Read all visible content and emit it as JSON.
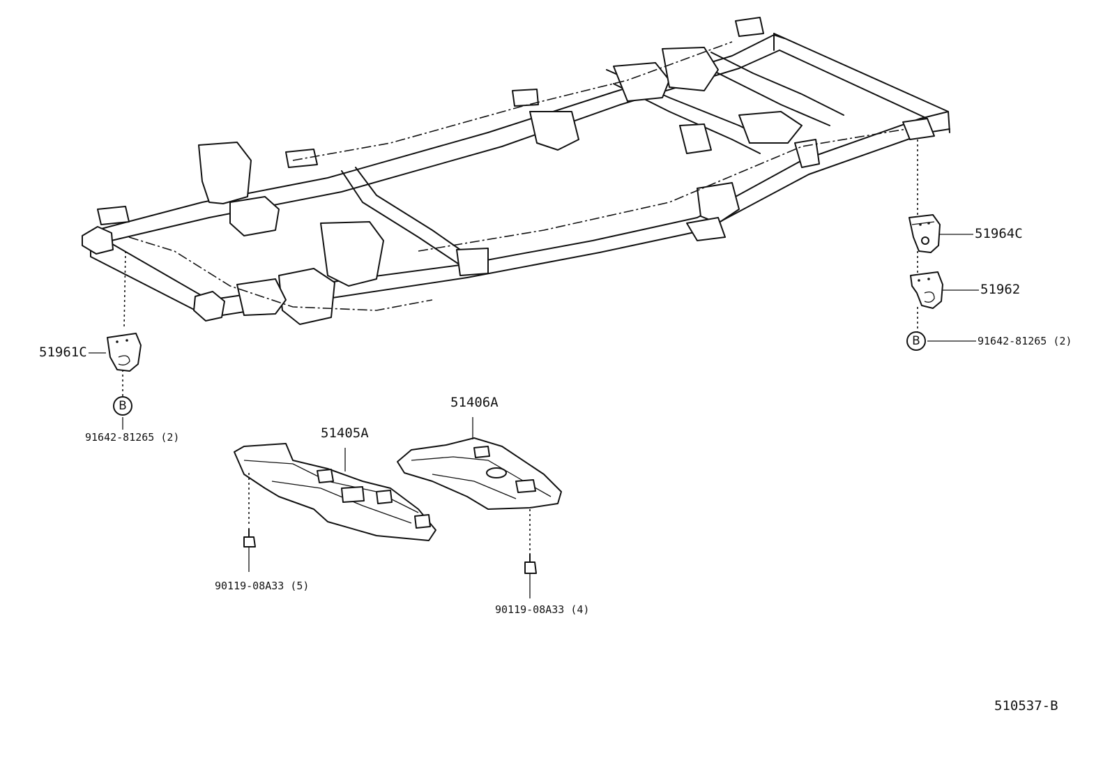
{
  "labels": {
    "p51964c": "51964C",
    "p51962": "51962",
    "p51961c": "51961C",
    "p51405a": "51405A",
    "p51406a": "51406A",
    "bolt_right": "91642-81265 (2)",
    "bolt_left": "91642-81265 (2)",
    "screw_left": "90119-08A33 (5)",
    "screw_right": "90119-08A33 (4)",
    "callout_right": "B",
    "callout_left": "B",
    "diagram_code": "510537-B"
  },
  "icons": [
    "frame-assembly",
    "bracket-51964c",
    "hook-51962",
    "hook-51961c",
    "under-cover-51405a",
    "under-cover-51406a",
    "bolt-left",
    "bolt-right"
  ]
}
